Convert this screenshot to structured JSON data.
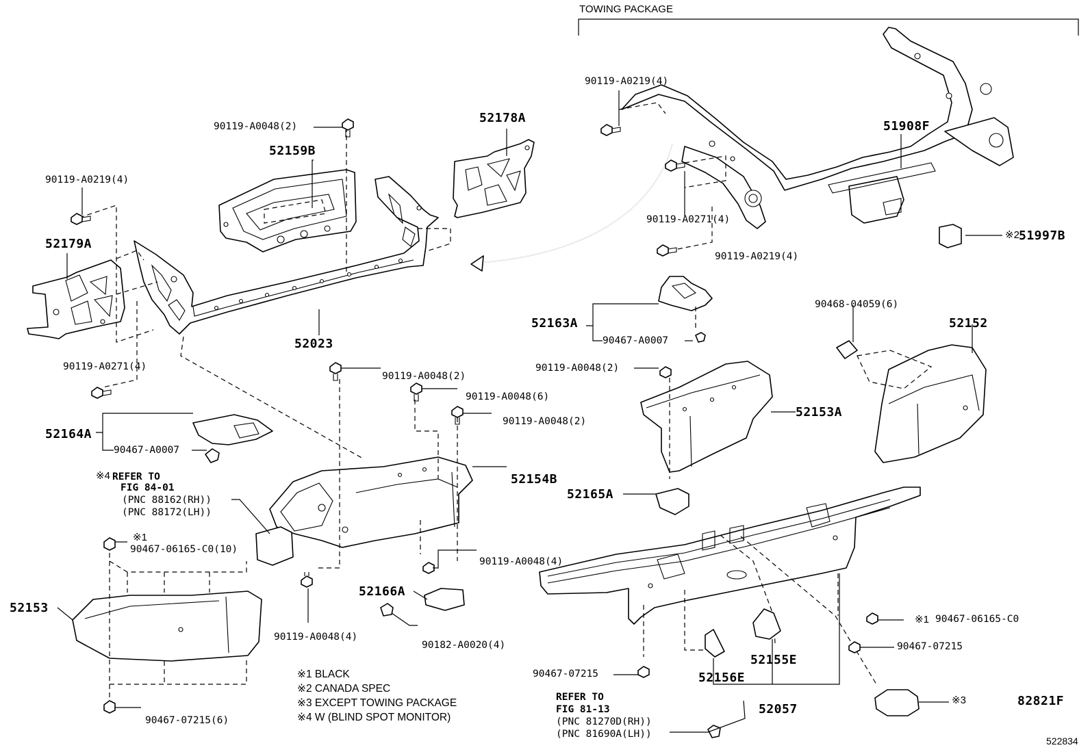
{
  "header": {
    "towing_package": "TOWING PACKAGE",
    "figure_number": "522834"
  },
  "parts": {
    "p52178A": "52178A",
    "p52159B": "52159B",
    "p52179A": "52179A",
    "p52023": "52023",
    "p51908F": "51908F",
    "p51997B": "51997B",
    "p52163A": "52163A",
    "p52152": "52152",
    "p52153A": "52153A",
    "p52164A": "52164A",
    "p52154B": "52154B",
    "p52165A": "52165A",
    "p52166A": "52166A",
    "p52153": "52153",
    "p52155E": "52155E",
    "p52156E": "52156E",
    "p52057": "52057",
    "p82821F": "82821F"
  },
  "fasteners": {
    "f_a0048_2_top": "90119-A0048(2)",
    "f_a0219_4_left": "90119-A0219(4)",
    "f_a0271_4_left": "90119-A0271(4)",
    "f_a0219_4_tow_top": "90119-A0219(4)",
    "f_a0271_4_tow": "90119-A0271(4)",
    "f_a0219_4_tow_bottom": "90119-A0219(4)",
    "f_04059_6": "90468-04059(6)",
    "f_a0007_right": "90467-A0007",
    "f_a0048_2_right": "90119-A0048(2)",
    "f_a0048_2_center": "90119-A0048(2)",
    "f_a0048_6_center": "90119-A0048(6)",
    "f_a0048_2_center_b": "90119-A0048(2)",
    "f_a0007_left": "90467-A0007",
    "f_06165_c0_10": "90467-06165-C0(10)",
    "f_a0048_4_lower": "90119-A0048(4)",
    "f_a0048_4_center": "90119-A0048(4)",
    "f_a0020_4": "90182-A0020(4)",
    "f_06165_c0_right": "90467-06165-C0",
    "f_07215_right": "90467-07215",
    "f_07215_bottom": "90467-07215",
    "f_07215_6": "90467-07215(6)"
  },
  "marks": {
    "m1_top_left": "※1",
    "m2_51997B": "※2",
    "m1_right": "※1",
    "m3_82821F": "※3",
    "m4_refer": "※4"
  },
  "references": {
    "ref_84_01": {
      "line1": "REFER TO",
      "line2": "FIG 84-01",
      "line3": "(PNC 88162(RH))",
      "line4": "(PNC 88172(LH))"
    },
    "ref_81_13": {
      "line1": "REFER TO",
      "line2": "FIG 81-13",
      "line3": "(PNC 81270D(RH))",
      "line4": "(PNC 81690A(LH))"
    }
  },
  "notes": [
    "※1 BLACK",
    "※2 CANADA SPEC",
    "※3 EXCEPT TOWING PACKAGE",
    "※4 W (BLIND SPOT MONITOR)"
  ]
}
